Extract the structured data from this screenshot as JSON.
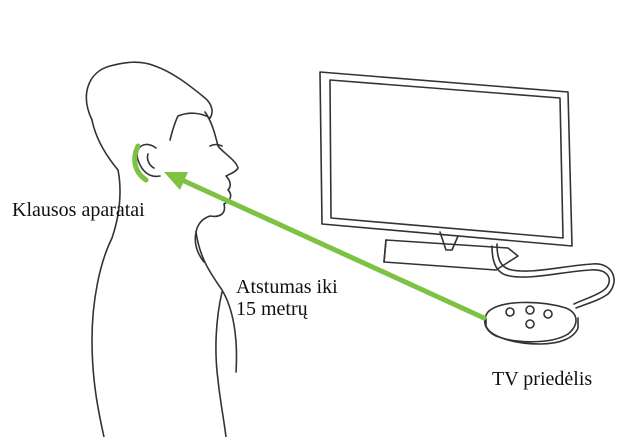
{
  "labels": {
    "hearing_aids": "Klausos aparatai",
    "distance_line1": "Atstumas iki",
    "distance_line2": "15 metrų",
    "tv_adapter": "TV priedėlis"
  },
  "colors": {
    "accent": "#7dc243",
    "outline": "#333333"
  },
  "icons": {
    "person": "person-profile-icon",
    "hearing_aid": "hearing-aid-icon",
    "tv": "tv-monitor-icon",
    "adapter": "tv-adapter-box-icon",
    "arrow": "signal-arrow-icon"
  }
}
